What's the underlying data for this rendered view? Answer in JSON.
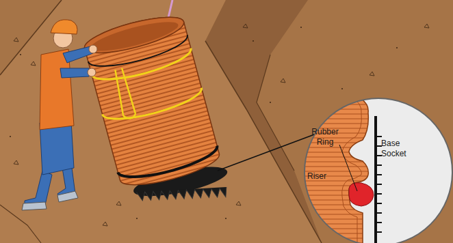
{
  "diagram": {
    "labels": [
      "Rubber Ring",
      "Riser",
      "Base Socket"
    ]
  }
}
